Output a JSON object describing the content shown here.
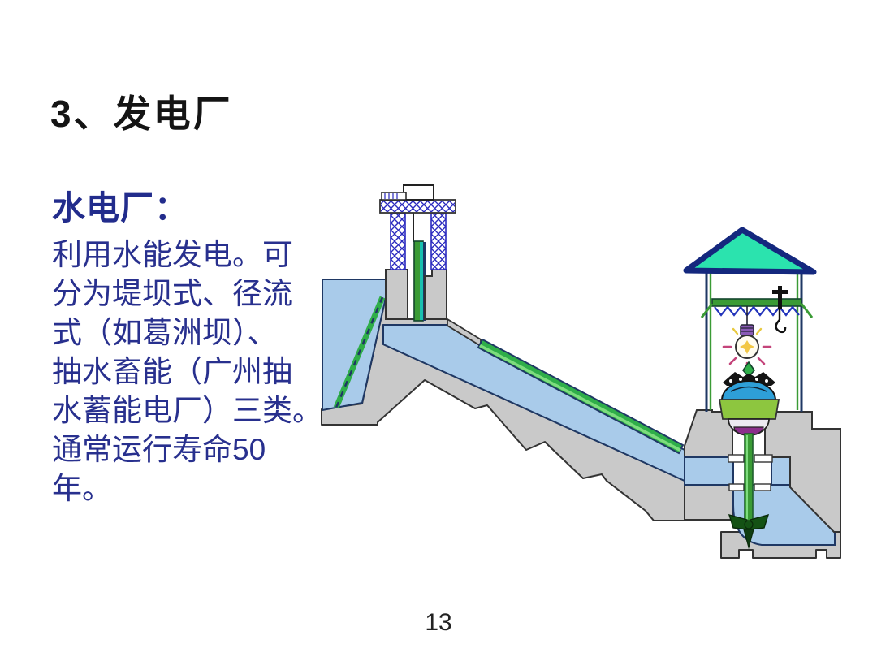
{
  "slide": {
    "title": "3、发电厂",
    "intro_heading": "水电厂：",
    "intro_body": "利用水能发电。可\n分为堤坝式、径流\n式（如葛洲坝）、\n抽水畜能（广州抽\n水蓄能电厂）三类。\n通常运行寿命50\n年。",
    "page_number": "13"
  },
  "colors": {
    "text_blue": "#28308E",
    "water_blue": "#A9CBEA",
    "concrete_gray": "#C9C9C9",
    "pipe_green": "#2FAE49",
    "roof_teal": "#2BE3AE",
    "lattice_blue": "#2A2ABF",
    "generator_dome_blue": "#2E9FD8",
    "generator_band_green": "#8DC63F",
    "bulb_ray_magenta": "#C4447A"
  }
}
